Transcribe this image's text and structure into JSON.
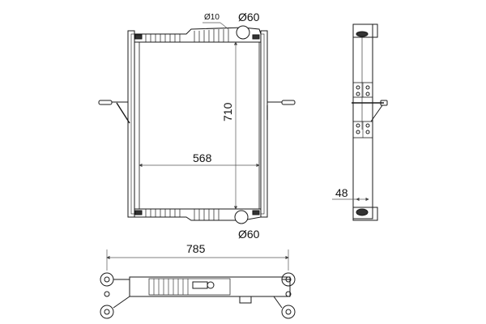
{
  "drawing": {
    "subject": "radiator",
    "views": [
      "front-view",
      "side-view",
      "top-view"
    ],
    "dimensions": {
      "top_inlet_small": "Ø10",
      "top_outlet": "Ø60",
      "bottom_outlet": "Ø60",
      "height": "710",
      "core_width": "568",
      "depth": "48",
      "overall_width": "785"
    },
    "line_color": "#1a1a1a",
    "dim_line_color": "#555555"
  }
}
